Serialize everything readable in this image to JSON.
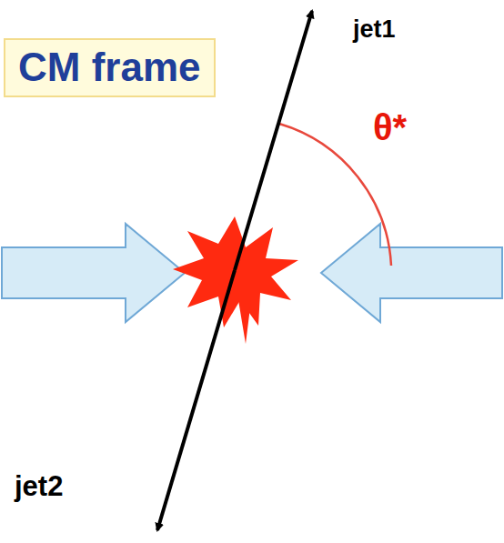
{
  "diagram": {
    "nodes": [
      {
        "text": [
          "CM frame"
        ]
      }
    ],
    "labels": [
      "jet1",
      "θ*",
      "jet2"
    ]
  }
}
